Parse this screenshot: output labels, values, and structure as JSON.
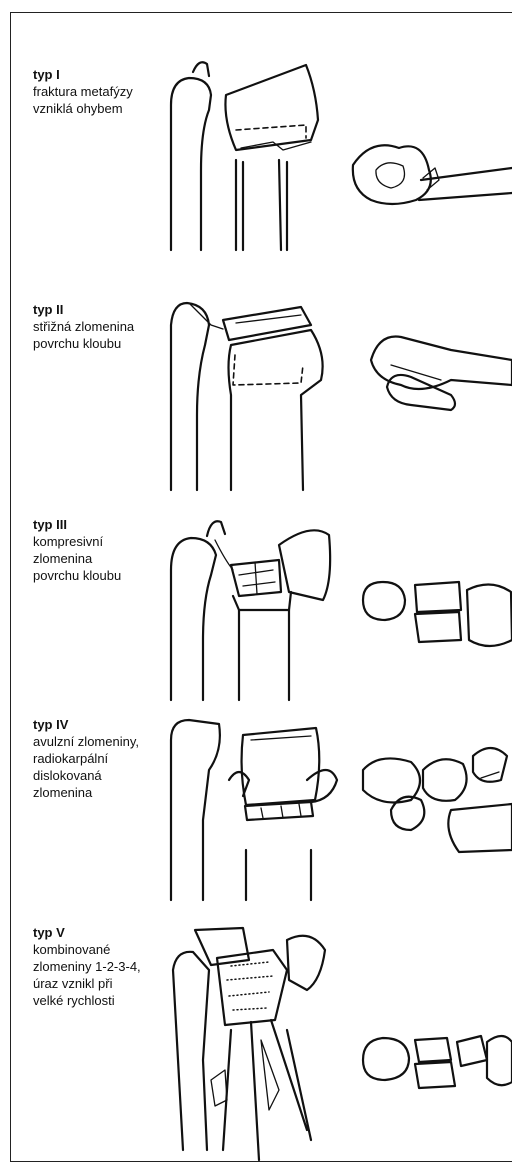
{
  "types": [
    {
      "title": "typ I",
      "description": "fraktura metafýzy\nvzniklá ohybem"
    },
    {
      "title": "typ II",
      "description": "střižná zlomenina\npovrchu kloubu"
    },
    {
      "title": "typ III",
      "description": "kompresivní\nzlomenina\npovrchu kloubu"
    },
    {
      "title": "typ IV",
      "description": "avulzní zlomeniny,\nradiokarpální\ndislokovaná\nzlomenina"
    },
    {
      "title": "typ V",
      "description": "kombinované\nzlomeniny 1-2-3-4,\núraz vznikl při\nvelké rychlosti"
    }
  ]
}
